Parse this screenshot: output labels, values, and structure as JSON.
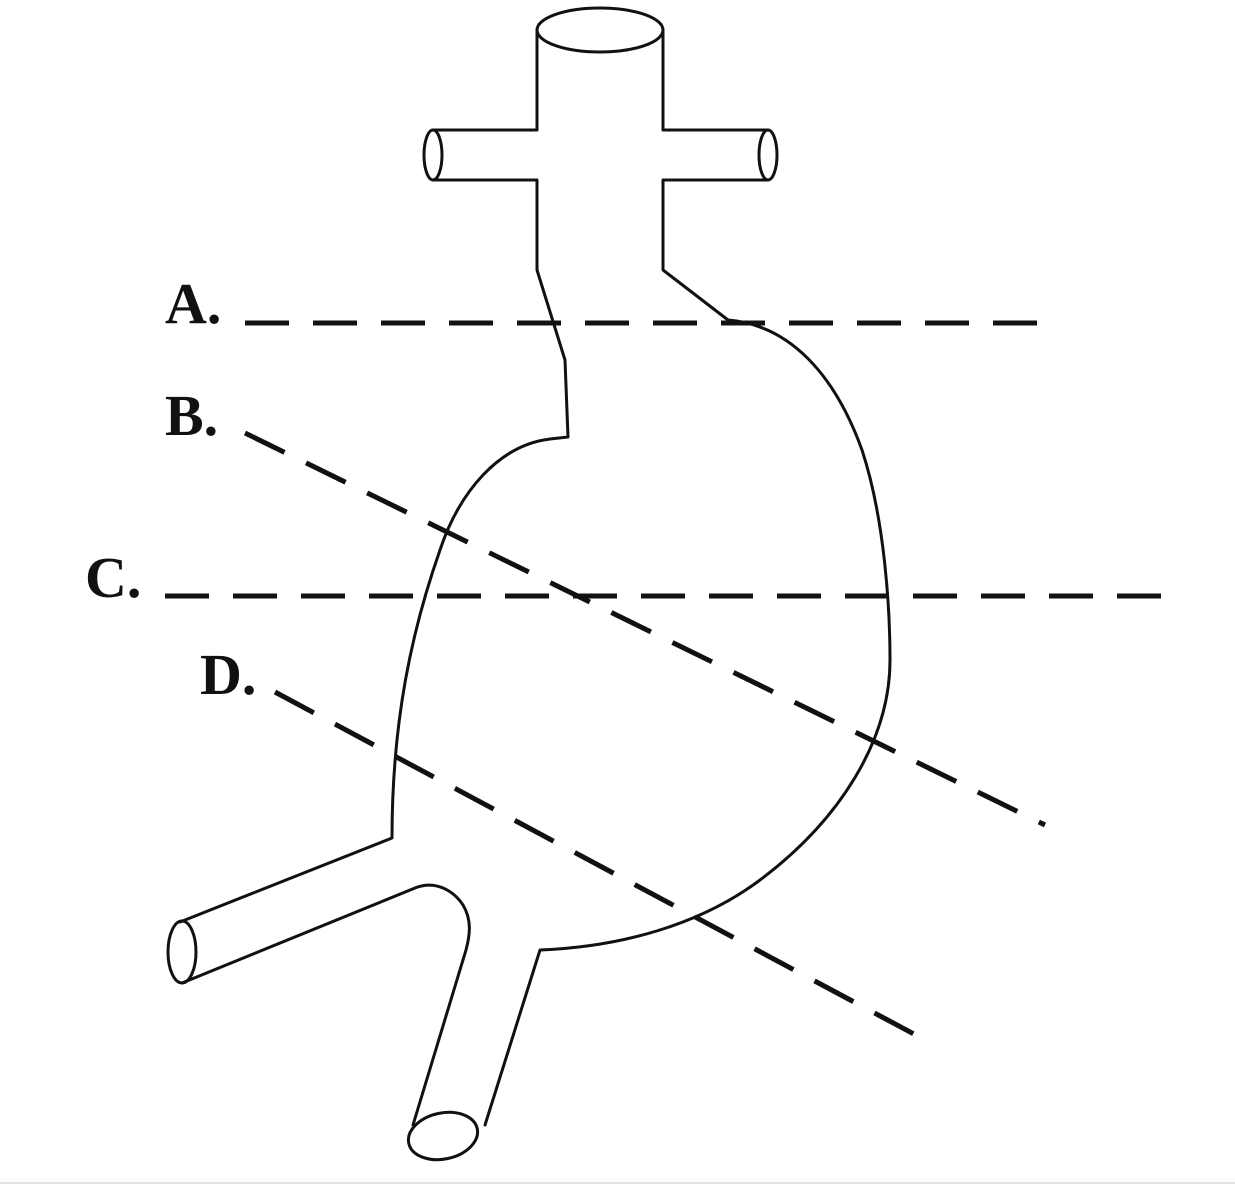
{
  "labels": {
    "a": "A.",
    "b": "B.",
    "c": "C.",
    "d": "D."
  },
  "colors": {
    "line": "#111111",
    "background": "#ffffff"
  }
}
